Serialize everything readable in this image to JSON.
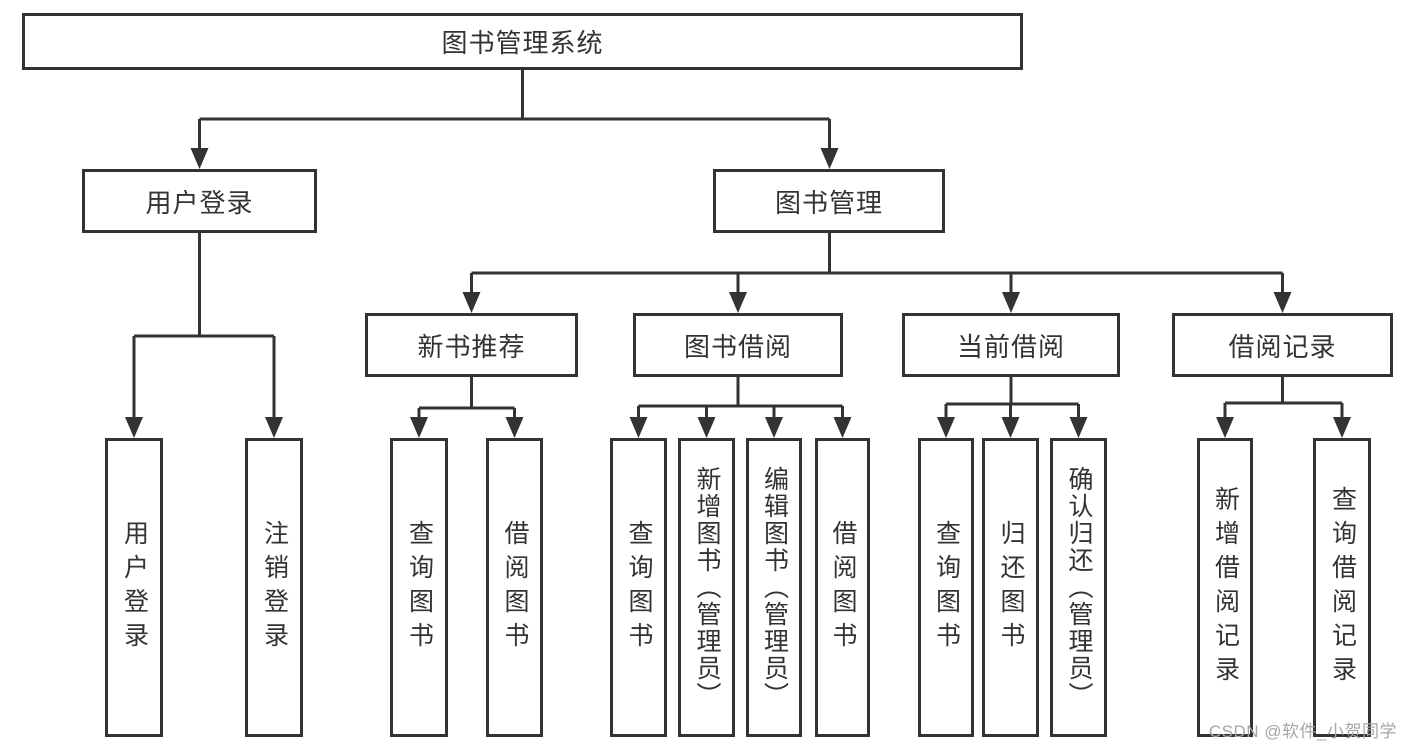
{
  "diagram": {
    "type": "hierarchy-tree",
    "tree": {
      "label": "图书管理系统",
      "children": [
        {
          "label": "用户登录",
          "children": [
            {
              "label": "用户登录"
            },
            {
              "label": "注销登录"
            }
          ]
        },
        {
          "label": "图书管理",
          "children": [
            {
              "label": "新书推荐",
              "children": [
                {
                  "label": "查询图书"
                },
                {
                  "label": "借阅图书"
                }
              ]
            },
            {
              "label": "图书借阅",
              "children": [
                {
                  "label": "查询图书"
                },
                {
                  "label": "新增图书（管理员）"
                },
                {
                  "label": "编辑图书（管理员）"
                },
                {
                  "label": "借阅图书"
                }
              ]
            },
            {
              "label": "当前借阅",
              "children": [
                {
                  "label": "查询图书"
                },
                {
                  "label": "归还图书"
                },
                {
                  "label": "确认归还（管理员）"
                }
              ]
            },
            {
              "label": "借阅记录",
              "children": [
                {
                  "label": "新增借阅记录"
                },
                {
                  "label": "查询借阅记录"
                }
              ]
            }
          ]
        }
      ]
    },
    "colors": {
      "line": "#333333",
      "text": "#333333",
      "box_background": "#ffffff",
      "watermark": "#a6a6a6",
      "background": "#ffffff"
    }
  },
  "watermark": {
    "text": "CSDN @软件_小贺同学"
  }
}
